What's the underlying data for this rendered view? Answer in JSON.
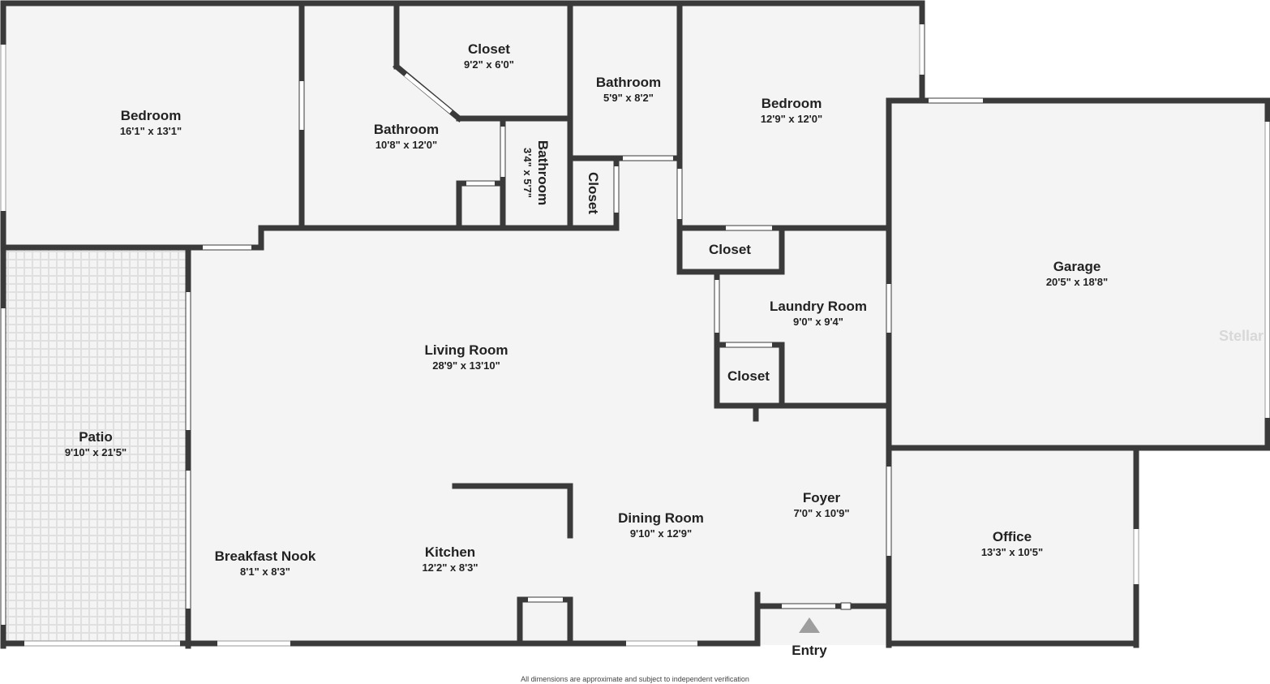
{
  "rooms": {
    "bedroom_west": {
      "name": "Bedroom",
      "dims": "16'1\" x 13'1\""
    },
    "bathroom_master": {
      "name": "Bathroom",
      "dims": "10'8\" x 12'0\""
    },
    "closet_master": {
      "name": "Closet",
      "dims": "9'2\" x 6'0\""
    },
    "bathroom_small": {
      "name": "Bathroom",
      "dims": "3'4\" x 5'7\""
    },
    "closet_small": {
      "name": "Closet"
    },
    "bathroom_hall": {
      "name": "Bathroom",
      "dims": "5'9\" x 8'2\""
    },
    "bedroom_east": {
      "name": "Bedroom",
      "dims": "12'9\" x 12'0\""
    },
    "closet_hall": {
      "name": "Closet"
    },
    "laundry": {
      "name": "Laundry Room",
      "dims": "9'0\" x 9'4\""
    },
    "closet_laundry": {
      "name": "Closet"
    },
    "garage": {
      "name": "Garage",
      "dims": "20'5\" x 18'8\""
    },
    "living": {
      "name": "Living Room",
      "dims": "28'9\" x 13'10\""
    },
    "patio": {
      "name": "Patio",
      "dims": "9'10\" x 21'5\""
    },
    "breakfast": {
      "name": "Breakfast Nook",
      "dims": "8'1\" x 8'3\""
    },
    "kitchen": {
      "name": "Kitchen",
      "dims": "12'2\" x 8'3\""
    },
    "dining": {
      "name": "Dining Room",
      "dims": "9'10\" x 12'9\""
    },
    "foyer": {
      "name": "Foyer",
      "dims": "7'0\" x 10'9\""
    },
    "office": {
      "name": "Office",
      "dims": "13'3\" x 10'5\""
    }
  },
  "entry_label": "Entry",
  "footer_note": "All dimensions are approximate and subject to independent verification",
  "watermark": "Stellar",
  "colors": {
    "wall": "#3a3a3a",
    "floor": "#f4f4f4",
    "opening": "#ffffff",
    "patio_tile": "#e3e3e3"
  }
}
